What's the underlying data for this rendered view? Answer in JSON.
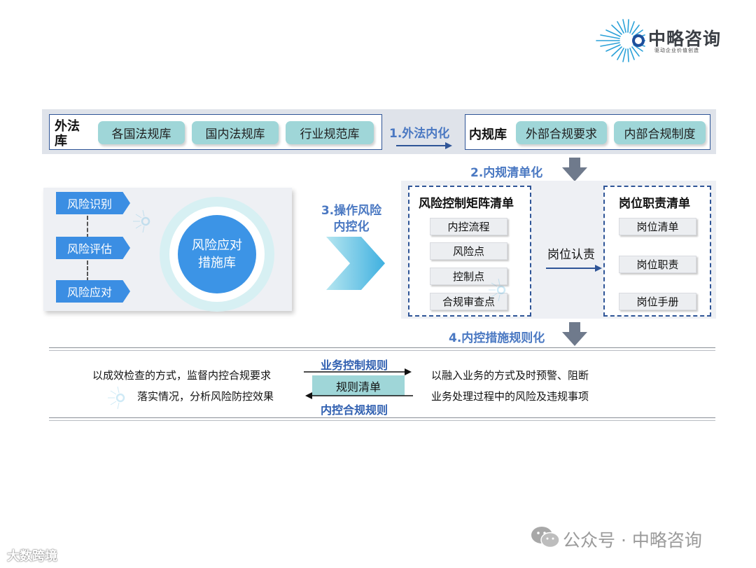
{
  "brand": {
    "name": "中略咨询",
    "slogan": "驱动企业价值创造",
    "colors": {
      "blue": "#2f5597",
      "accent": "#3b8ee3",
      "teal": "#9fd6d8",
      "step": "#4a78c2"
    }
  },
  "top": {
    "external_label": "外法库",
    "external_items": [
      "各国法规库",
      "国内法规库",
      "行业规范库"
    ],
    "step1": "1.外法内化",
    "internal_label": "内规库",
    "internal_items": [
      "外部合规要求",
      "内部合规制度"
    ]
  },
  "step2": "2.内规清单化",
  "risk": {
    "tags": [
      "风险识别",
      "风险评估",
      "风险应对"
    ],
    "center": "风险应对措施库"
  },
  "step3": "3.操作风险内控化",
  "matrix": {
    "title": "风险控制矩阵清单",
    "items": [
      "内控流程",
      "风险点",
      "控制点",
      "合规审查点"
    ]
  },
  "gangwei_link": "岗位认责",
  "duty": {
    "title": "岗位职责清单",
    "items": [
      "岗位清单",
      "岗位职责",
      "岗位手册"
    ]
  },
  "step4": "4.内控措施规则化",
  "bottom": {
    "left_line1": "以成效检查的方式，监督内控合规要求",
    "left_line2": "落实情况，分析风险防控效果",
    "rule_top": "业务控制规则",
    "rule_box": "规则清单",
    "rule_bottom": "内控合规规则",
    "right_line1": "以融入业务的方式及时预警、阻断",
    "right_line2": "业务处理过程中的风险及违规事项"
  },
  "footer": {
    "wechat": "公众号 · 中略咨询",
    "corner_mark": "大数跨境"
  },
  "icons": [
    "sunburst-logo-icon",
    "wechat-icon",
    "chevron-right-icon",
    "arrow-down-icon",
    "arrow-right-icon",
    "arrow-left-icon"
  ]
}
